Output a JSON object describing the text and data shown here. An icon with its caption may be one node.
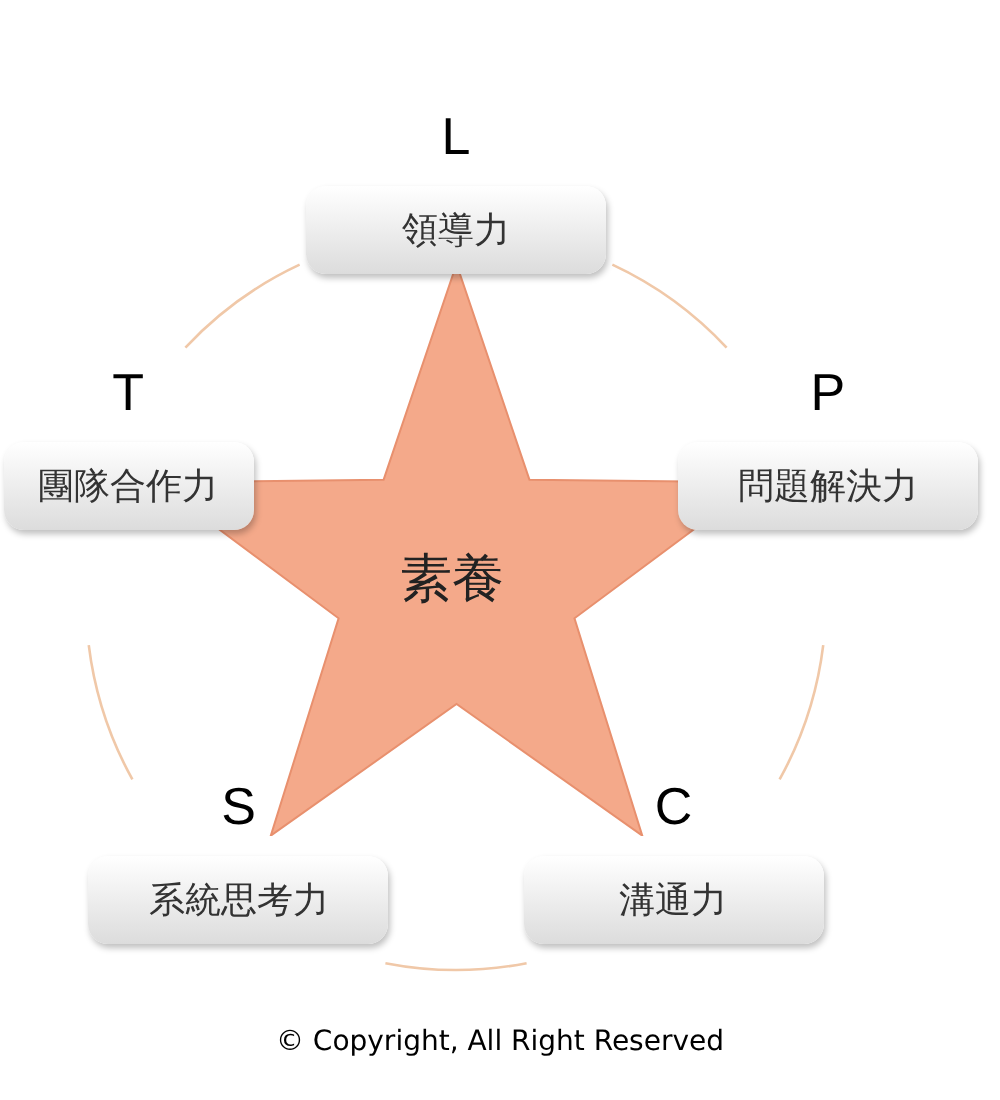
{
  "diagram": {
    "nodes": [
      {
        "text": [
          "L",
          "領導力"
        ]
      },
      {
        "text": [
          "P",
          "問題解決力"
        ]
      },
      {
        "text": [
          "C",
          "溝通力"
        ]
      },
      {
        "text": [
          "S",
          "系統思考力"
        ]
      },
      {
        "text": [
          "T",
          "團隊合作力"
        ]
      },
      {
        "text": [
          "素養"
        ]
      }
    ],
    "edges": [
      {
        "from": 0,
        "to": 1,
        "arrow": "none"
      },
      {
        "from": 1,
        "to": 2,
        "arrow": "none"
      },
      {
        "from": 2,
        "to": 3,
        "arrow": "none"
      },
      {
        "from": 3,
        "to": 4,
        "arrow": "none"
      },
      {
        "from": 4,
        "to": 0,
        "arrow": "none"
      }
    ],
    "labels": [
      "© Copyright, All Right Reserved"
    ]
  }
}
